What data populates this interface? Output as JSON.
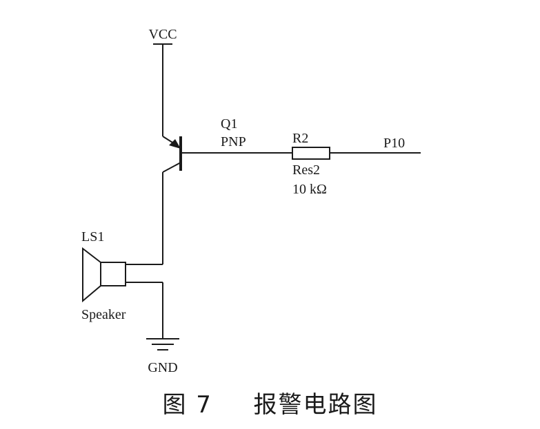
{
  "diagram": {
    "vcc_label": "VCC",
    "transistor": {
      "ref": "Q1",
      "type": "PNP"
    },
    "resistor": {
      "ref": "R2",
      "model": "Res2",
      "value": "10 kΩ"
    },
    "pin_label": "P10",
    "speaker": {
      "ref": "LS1",
      "name": "Speaker"
    },
    "gnd_label": "GND"
  },
  "caption": {
    "figure": "图 7",
    "title": "报警电路图"
  }
}
